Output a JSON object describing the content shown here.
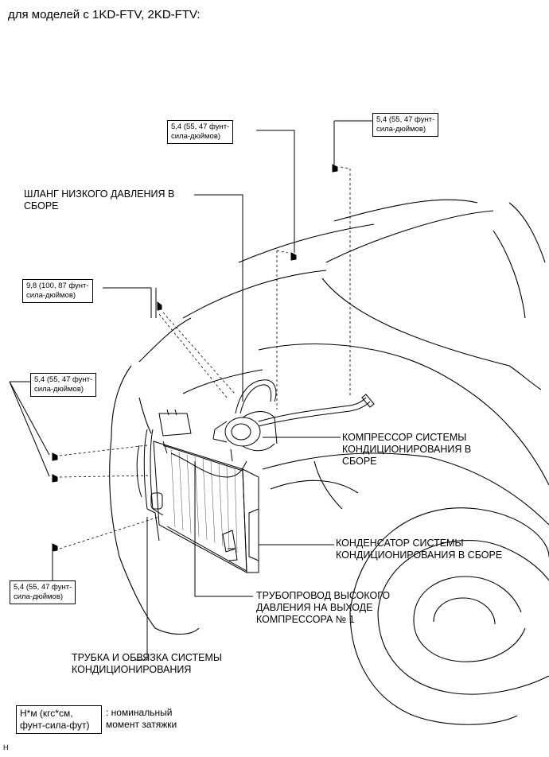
{
  "header": {
    "title": "для моделей с 1KD-FTV, 2KD-FTV:"
  },
  "torque_boxes": [
    {
      "line1": "5,4 (55, 47 фунт-",
      "line2": "сила-дюймов)"
    },
    {
      "line1": "5,4 (55, 47 фунт-",
      "line2": "сила-дюймов)"
    },
    {
      "line1": "9,8 (100, 87 фунт-",
      "line2": "сила-дюймов)"
    },
    {
      "line1": "5,4 (55, 47 фунт-",
      "line2": "сила-дюймов)"
    },
    {
      "line1": "5,4 (55, 47 фунт-",
      "line2": "сила-дюймов)"
    }
  ],
  "labels": {
    "low_pressure_hose": {
      "line1": "ШЛАНГ НИЗКОГО ДАВЛЕНИЯ В",
      "line2": "СБОРЕ"
    },
    "compressor": {
      "line1": "КОМПРЕССОР СИСТЕМЫ",
      "line2": "КОНДИЦИОНИРОВАНИЯ В",
      "line3": "СБОРЕ"
    },
    "condenser": {
      "line1": "КОНДЕНСАТОР СИСТЕМЫ",
      "line2": "КОНДИЦИОНИРОВАНИЯ В СБОРЕ"
    },
    "discharge_pipe": {
      "line1": "ТРУБОПРОВОД ВЫСОКОГО",
      "line2": "ДАВЛЕНИЯ НА ВЫХОДЕ",
      "line3": "КОМПРЕССОРА № 1"
    },
    "tube_accessory": {
      "line1": "ТРУБКА И ОБВЯЗКА СИСТЕМЫ",
      "line2": "КОНДИЦИОНИРОВАНИЯ"
    }
  },
  "legend": {
    "box_line1": "Н*м (кгс*см,",
    "box_line2": "фунт-сила-фут)",
    "text_line1": ": номинальный",
    "text_line2": "момент затяжки"
  },
  "figure_code": "H"
}
